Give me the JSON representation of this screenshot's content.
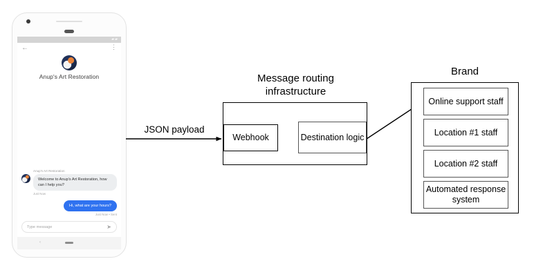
{
  "phone": {
    "status_icons": "▰▰",
    "back_icon": "←",
    "overflow_icon": "⋮",
    "brand_name": "Anup's Art Restoration",
    "messages": [
      {
        "sender": "Anup's Art Restoration",
        "text": "Welcome to Anup's Art Restoration, how can I help you?",
        "meta": "Just Now",
        "direction": "incoming"
      },
      {
        "text": "Hi, what are your hours?",
        "meta": "Just Now • Sent",
        "direction": "outgoing"
      }
    ],
    "composer_placeholder": "Type message",
    "send_icon": "➤",
    "nav_back_icon": "‹"
  },
  "diagram": {
    "json_payload_label": "JSON payload",
    "routing": {
      "title": "Message routing infrastructure",
      "webhook_label": "Webhook",
      "destination_label": "Destination logic"
    },
    "brand": {
      "title": "Brand",
      "items": [
        "Online support staff",
        "Location #1 staff",
        "Location #2 staff",
        "Automated response system"
      ]
    }
  },
  "colors": {
    "outgoing_bubble": "#2f72f0",
    "incoming_bubble": "#eceef0",
    "stroke": "#000000"
  }
}
